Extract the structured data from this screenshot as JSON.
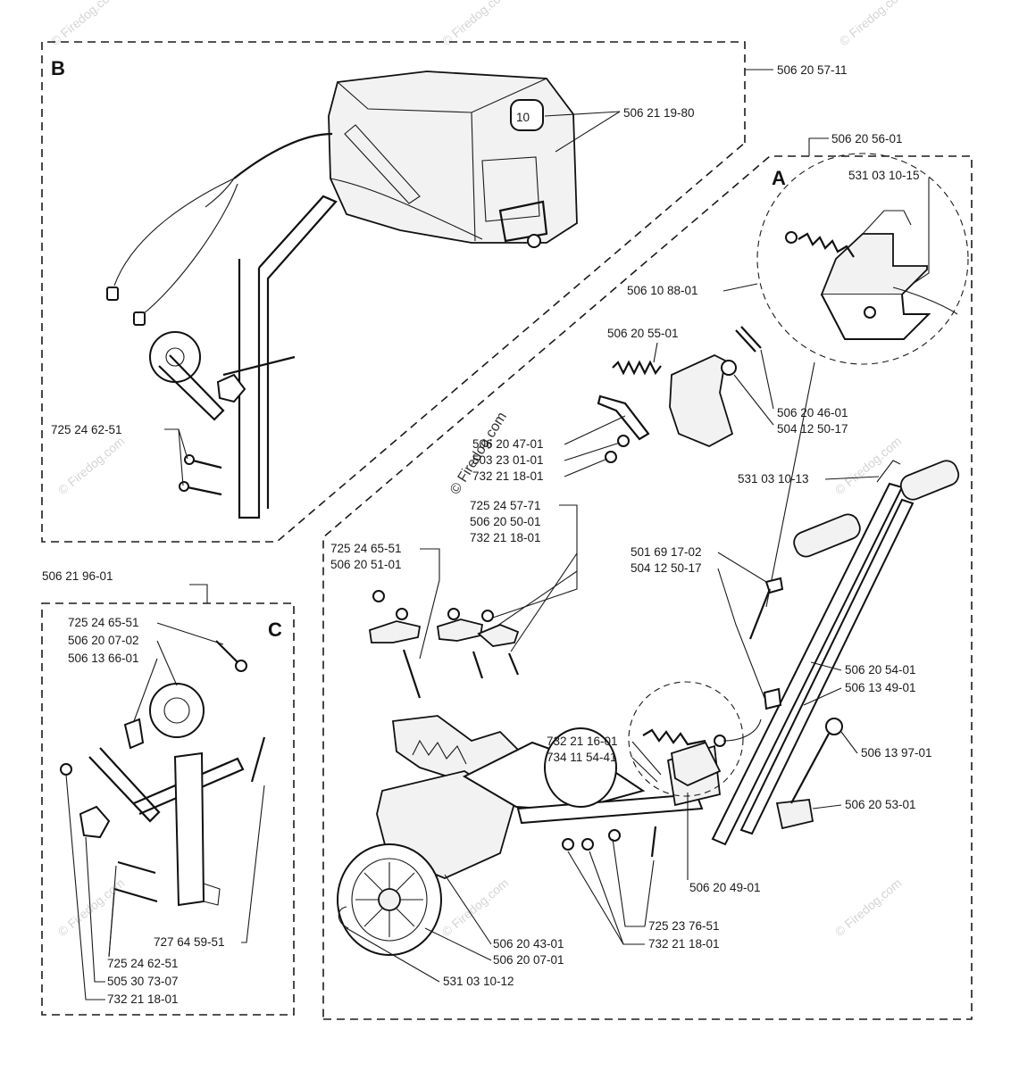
{
  "sections": {
    "B": {
      "letter": "B",
      "kit_number": "506 20 57-11"
    },
    "A": {
      "letter": "A",
      "kit_number": "506 20 56-01"
    },
    "C": {
      "letter": "C",
      "kit_number": "506 21 96-01"
    }
  },
  "parts": [
    "506 21 19-80",
    "725 24 62-51",
    "531 03 10-15",
    "506 10 88-01",
    "506 20 55-01",
    "506 20 47-01",
    "503 23 01-01",
    "732 21 18-01",
    "506 20 46-01",
    "504 12 50-17",
    "531 03 10-13",
    "725 24 57-71",
    "506 20 50-01",
    "732 21 18-01",
    "725 24 65-51",
    "506 20 51-01",
    "501 69 17-02",
    "504 12 50-17",
    "732 21 16-01",
    "734 11 54-41",
    "506 20 54-01",
    "506 13 49-01",
    "506 13 97-01",
    "506 20 53-01",
    "506 20 49-01",
    "725 23 76-51",
    "732 21 18-01",
    "506 20 43-01",
    "506 20 07-01",
    "531 03 10-12",
    "725 24 65-51",
    "506 20 07-02",
    "506 13 66-01",
    "727 64 59-51",
    "725 24 62-51",
    "505 30 73-07",
    "732 21 18-01"
  ],
  "watermarks": {
    "center": "© Firedog.com",
    "faint": "© Firedog.com"
  }
}
